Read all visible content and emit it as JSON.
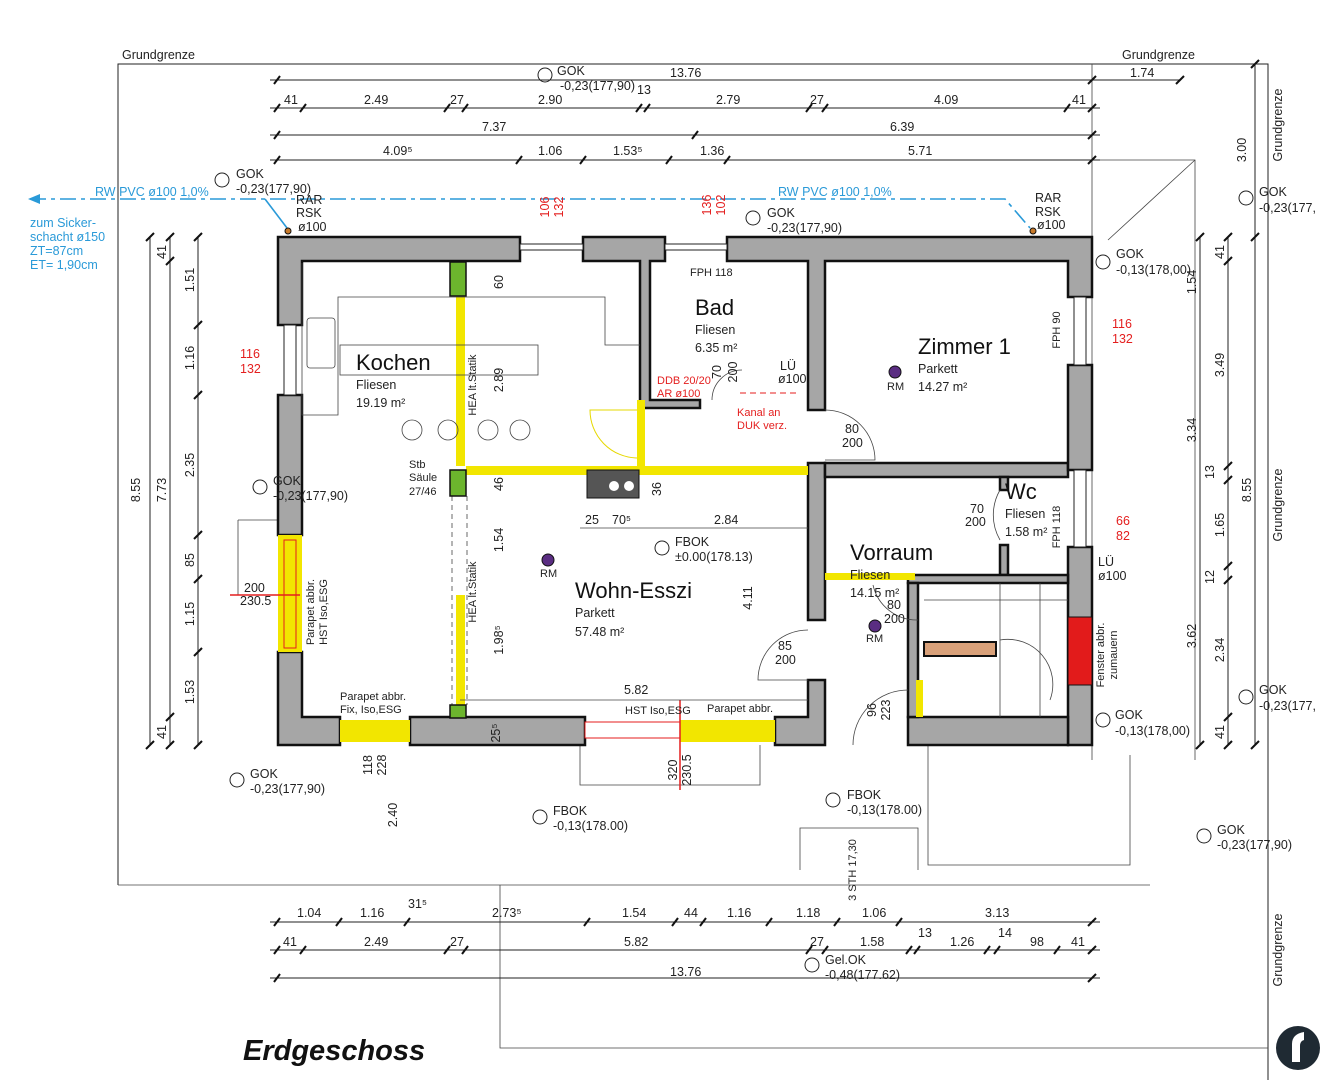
{
  "title": "Erdgeschoss",
  "boundary": [
    "Grundgrenze",
    "Grundgrenze",
    "Grundgrenze",
    "Grundgrenze",
    "Grundgrenze"
  ],
  "dims": {
    "top_total": [
      "13.76",
      "1.74"
    ],
    "top_row2": [
      "41",
      "2.49",
      "27",
      "2.90",
      "13",
      "2.79",
      "27",
      "4.09",
      "41"
    ],
    "top_row3": [
      "7.37",
      "6.39"
    ],
    "top_row4": [
      "4.09⁵",
      "1.06",
      "1.53⁵",
      "1.36",
      "5.71"
    ],
    "right_top": "3.00",
    "left_vert": [
      "8.55",
      "7.73",
      "41",
      "1.51",
      "1.16",
      "2.35",
      "85",
      "1.15",
      "1.53",
      "41"
    ],
    "right_vert": [
      "1.54",
      "3.49",
      "3.34",
      "13",
      "1.65",
      "12",
      "2.34",
      "3.62",
      "8.55",
      "41",
      "41"
    ],
    "bottom_row1": [
      "1.04",
      "1.16",
      "2.73⁵",
      "1.54",
      "44",
      "1.16",
      "1.18",
      "1.06",
      "3.13"
    ],
    "bottom_row2": [
      "41",
      "2.49",
      "27",
      "5.82",
      "27",
      "1.58",
      "13",
      "1.26",
      "14",
      "98",
      "41"
    ],
    "bottom_total": "13.76",
    "misc": [
      "31⁵",
      "2.40",
      "25⁵",
      "1.54",
      "1.98⁵",
      "2.89",
      "60",
      "46",
      "36",
      "4.11",
      "5.82",
      "25",
      "70⁵",
      "2.84"
    ]
  },
  "levels": [
    {
      "label": "GOK",
      "value": "-0,23(177,90)"
    },
    {
      "label": "GOK",
      "value": "-0,23(177,90)"
    },
    {
      "label": "GOK",
      "value": "-0,23(177,90)"
    },
    {
      "label": "GOK",
      "value": "-0,23(177,"
    },
    {
      "label": "GOK",
      "value": "-0,13(178,00)"
    },
    {
      "label": "GOK",
      "value": "-0,23(177,90)"
    },
    {
      "label": "FBOK",
      "value": "±0.00(178.13)"
    },
    {
      "label": "GOK",
      "value": "-0,13(178,00)"
    },
    {
      "label": "GOK",
      "value": "-0,23(177,"
    },
    {
      "label": "GOK",
      "value": "-0,23(177,90)"
    },
    {
      "label": "FBOK",
      "value": "-0,13(178.00)"
    },
    {
      "label": "FBOK",
      "value": "-0,13(178.00)"
    },
    {
      "label": "GOK",
      "value": "-0,23(177,90)"
    },
    {
      "label": "Gel.OK",
      "value": "-0,48(177.62)"
    }
  ],
  "drainage": {
    "pipe_label": "RW PVC ø100 1,0%",
    "outlet": [
      "zum Sicker-",
      "schacht ø150",
      "ZT=87cm",
      "ET= 1,90cm"
    ],
    "downpipe": [
      "RAR",
      "RSK",
      "ø100"
    ]
  },
  "rooms": [
    {
      "name": "Kochen",
      "floor": "Fliesen",
      "area": "19.19 m²"
    },
    {
      "name": "Bad",
      "floor": "Fliesen",
      "area": "6.35 m²"
    },
    {
      "name": "Zimmer 1",
      "floor": "Parkett",
      "area": "14.27 m²"
    },
    {
      "name": "Wohn-Esszi",
      "floor": "Parkett",
      "area": "57.48 m²"
    },
    {
      "name": "Wc",
      "floor": "Fliesen",
      "area": "1.58 m²"
    },
    {
      "name": "Vorraum",
      "floor": "Fliesen",
      "area": "14.15 m²"
    }
  ],
  "red_notes": {
    "openings": [
      [
        "106",
        "132"
      ],
      [
        "136",
        "102"
      ],
      [
        "116",
        "132"
      ],
      [
        "116",
        "132"
      ],
      [
        "66",
        "82"
      ]
    ],
    "ddb": [
      "DDB 20/20",
      "AR ø100"
    ],
    "kanal": [
      "Kanal an",
      "DUK verz."
    ]
  },
  "doors": [
    [
      "80",
      "200"
    ],
    [
      "70",
      "200"
    ],
    [
      "70",
      "200"
    ],
    [
      "80",
      "200"
    ],
    [
      "85",
      "200"
    ],
    [
      "96",
      "223"
    ]
  ],
  "windows": [
    [
      "200",
      "230.5"
    ],
    [
      "118",
      "228"
    ],
    [
      "320",
      "230.5"
    ]
  ],
  "annotations": {
    "fph": [
      "FPH 118",
      "FPH 90",
      "FPH 118"
    ],
    "lue": [
      "LÜ",
      "ø100"
    ],
    "rm": "RM",
    "hea": "HEA lt.Statik",
    "column": [
      "Stb",
      "Säule",
      "27/46"
    ],
    "parapet_left": [
      "Parapet abbr.",
      "HST Iso,ESG"
    ],
    "parapet_bottom": [
      "Parapet abbr.",
      "Fix, Iso,ESG"
    ],
    "hst": "HST Iso,ESG",
    "parapet_b2": "Parapet abbr.",
    "fenster": [
      "Fenster abbr.",
      "zumauern"
    ],
    "stairs": "3 STH 17,30"
  },
  "colors": {
    "wall": "#a6a6a6",
    "highlight": "#f2e600",
    "column": "#6cb52d",
    "red": "#e41e1e",
    "blue": "#2a9ad8"
  }
}
